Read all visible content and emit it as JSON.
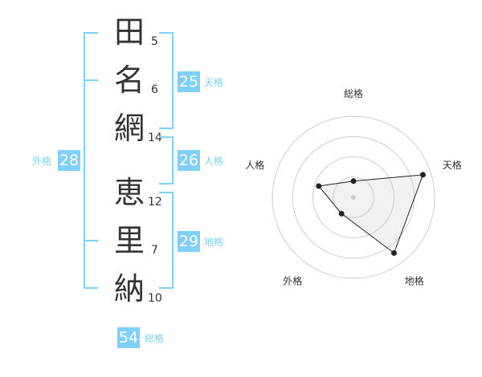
{
  "name": {
    "chars": [
      {
        "char": "田",
        "strokes": "5"
      },
      {
        "char": "名",
        "strokes": "6"
      },
      {
        "char": "網",
        "strokes": "14"
      },
      {
        "char": "恵",
        "strokes": "12"
      },
      {
        "char": "里",
        "strokes": "7"
      },
      {
        "char": "納",
        "strokes": "10"
      }
    ]
  },
  "kakusu": {
    "tenkaku": {
      "value": "25",
      "label": "天格"
    },
    "jinkaku": {
      "value": "26",
      "label": "人格"
    },
    "chikaku": {
      "value": "29",
      "label": "地格"
    },
    "gaikaku": {
      "value": "28",
      "label": "外格"
    },
    "soukaku": {
      "value": "54",
      "label": "総格"
    }
  },
  "colors": {
    "accent": "#7fd0fb",
    "text": "#333333",
    "grid": "#cccccc"
  },
  "chart_data": {
    "type": "radar",
    "axes": [
      "総格",
      "天格",
      "地格",
      "外格",
      "人格"
    ],
    "values": [
      0.2,
      0.9,
      0.85,
      0.25,
      0.45
    ],
    "rings": 4,
    "range": [
      0,
      1
    ]
  }
}
